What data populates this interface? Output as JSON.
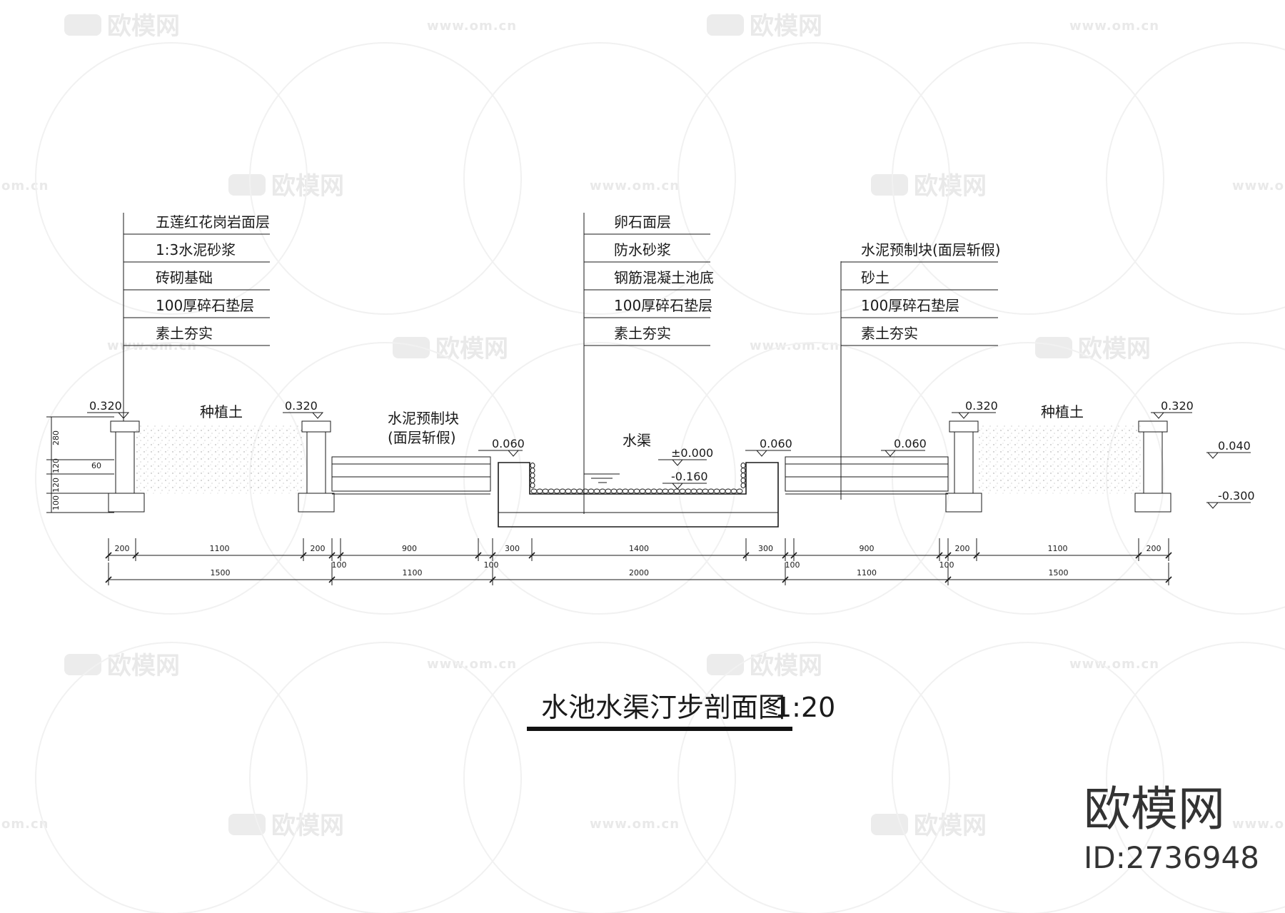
{
  "drawing": {
    "title": "水池水渠汀步剖面图",
    "scale": "1:20"
  },
  "callouts": {
    "left": [
      "五莲红花岗岩面层",
      "1:3水泥砂浆",
      "砖砌基础",
      "100厚碎石垫层",
      "素土夯实"
    ],
    "center": [
      "卵石面层",
      "防水砂浆",
      "钢筋混凝土池底",
      "100厚碎石垫层",
      "素土夯实"
    ],
    "right": [
      "水泥预制块(面层斩假)",
      "砂土",
      "100厚碎石垫层",
      "素土夯实"
    ]
  },
  "labels": {
    "planting_soil": "种植土",
    "precast_block_line1": "水泥预制块",
    "precast_block_line2": "(面层斩假)",
    "channel": "水渠"
  },
  "elevations": {
    "curb": "0.320",
    "path": "0.060",
    "water": "±0.000",
    "channel_bottom": "-0.160",
    "ground": "0.040",
    "footing": "-0.300"
  },
  "vertical_dims": [
    "280",
    "120",
    "120",
    "100",
    "60"
  ],
  "dims_row1": [
    "200",
    "1100",
    "200",
    "100",
    "900",
    "100",
    "300",
    "1400",
    "300",
    "100",
    "900",
    "100",
    "200",
    "1100",
    "200"
  ],
  "dims_row2": [
    "1500",
    "1100",
    "2000",
    "1100",
    "1500"
  ],
  "watermark": {
    "brand": "欧模网",
    "url": "www.om.cn",
    "url_short": "om.cn",
    "id": "ID:2736948"
  }
}
